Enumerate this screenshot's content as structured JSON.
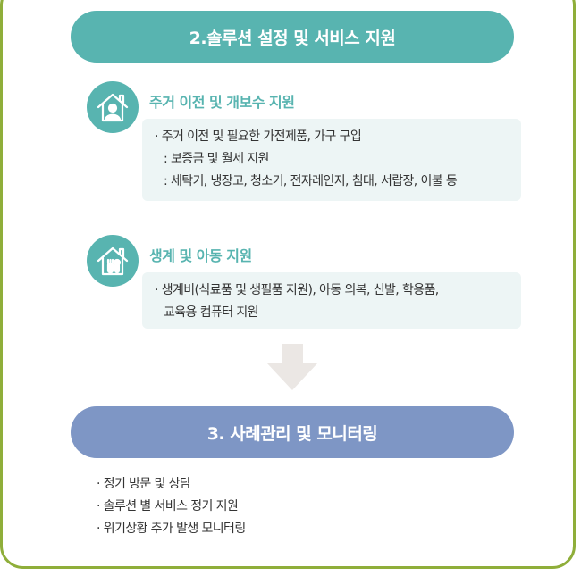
{
  "colors": {
    "teal": "#58b4b0",
    "periwinkle": "#7e96c5",
    "frame_green": "#8fae3a",
    "box_bg": "#edf5f5",
    "arrow_gray": "#ebe7e4"
  },
  "step2": {
    "title": "2.솔루션 설정 및 서비스 지원"
  },
  "sections": [
    {
      "icon": "house-person-icon",
      "title": "주거 이전 및 개보수 지원",
      "lines": [
        "· 주거 이전 및 필요한 가전제품, 가구 구입",
        ": 보증금 및 월세 지원",
        ": 세탁기, 냉장고, 청소기, 전자레인지, 침대, 서랍장, 이불 등"
      ]
    },
    {
      "icon": "house-utensils-icon",
      "title": "생계 및 아동 지원",
      "lines": [
        "· 생계비(식료품 및 생필품 지원), 아동 의복, 신발, 학용품,",
        "교육용 컴퓨터 지원"
      ]
    }
  ],
  "arrow": {
    "icon": "down-arrow-icon"
  },
  "step3": {
    "title": "3. 사례관리 및 모니터링",
    "items": [
      "· 정기 방문 및 상담",
      "· 솔루션 별 서비스 정기 지원",
      "· 위기상황 추가 발생 모니터링"
    ]
  }
}
